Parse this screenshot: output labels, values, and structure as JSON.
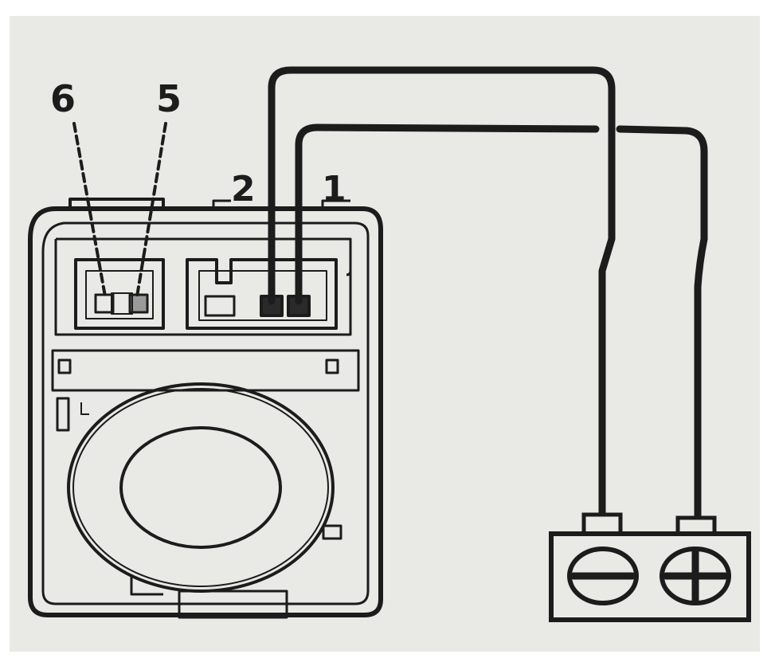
{
  "labels": {
    "terminal_6": "6",
    "terminal_5": "5",
    "terminal_2": "2",
    "terminal_1": "1"
  },
  "battery": {
    "negative_symbol": "minus",
    "positive_symbol": "plus"
  },
  "colors": {
    "background": "#e9e9e6",
    "line": "#1c1c1c"
  }
}
